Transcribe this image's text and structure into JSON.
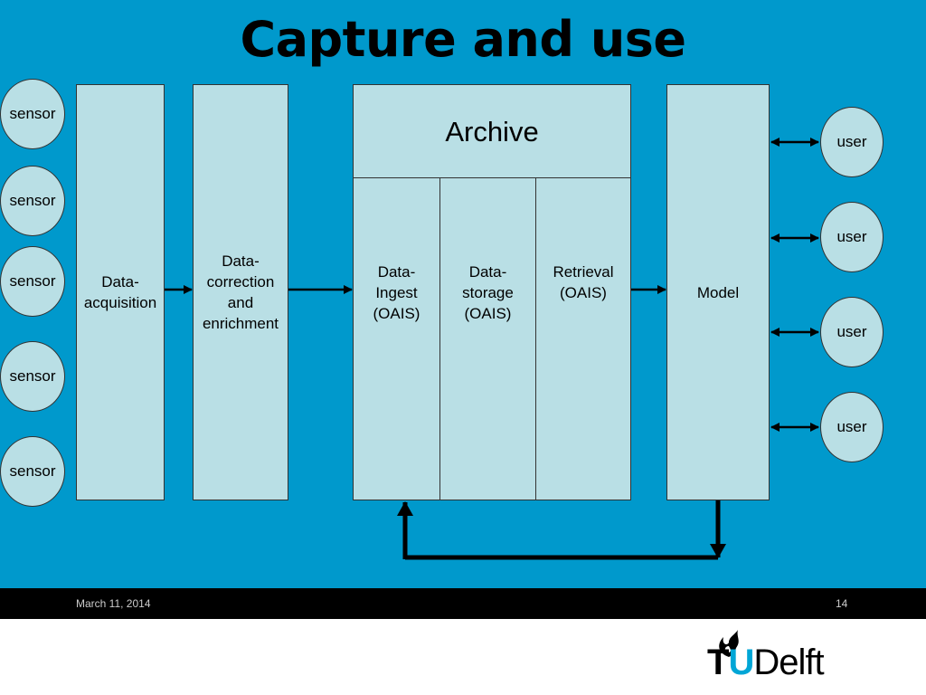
{
  "title": "Capture and use",
  "sensors": [
    "sensor",
    "sensor",
    "sensor",
    "sensor",
    "sensor"
  ],
  "users": [
    "user",
    "user",
    "user",
    "user"
  ],
  "acquisition_label": "Data-\nacquisition",
  "correction_label": "Data-\ncorrection\nand\nenrichment",
  "archive": {
    "title": "Archive",
    "columns": [
      "Data-\nIngest\n(OAIS)",
      "Data-\nstorage\n(OAIS)",
      "Retrieval\n(OAIS)"
    ]
  },
  "model_label": "Model",
  "footer": {
    "date": "March 11, 2014",
    "page": "14"
  },
  "logo": {
    "t": "T",
    "u": "U",
    "rest": "Delft"
  },
  "colors": {
    "background": "#0099cc",
    "box_fill": "#b9dfe5",
    "footer": "#000000",
    "logo_accent": "#00a6d6"
  }
}
